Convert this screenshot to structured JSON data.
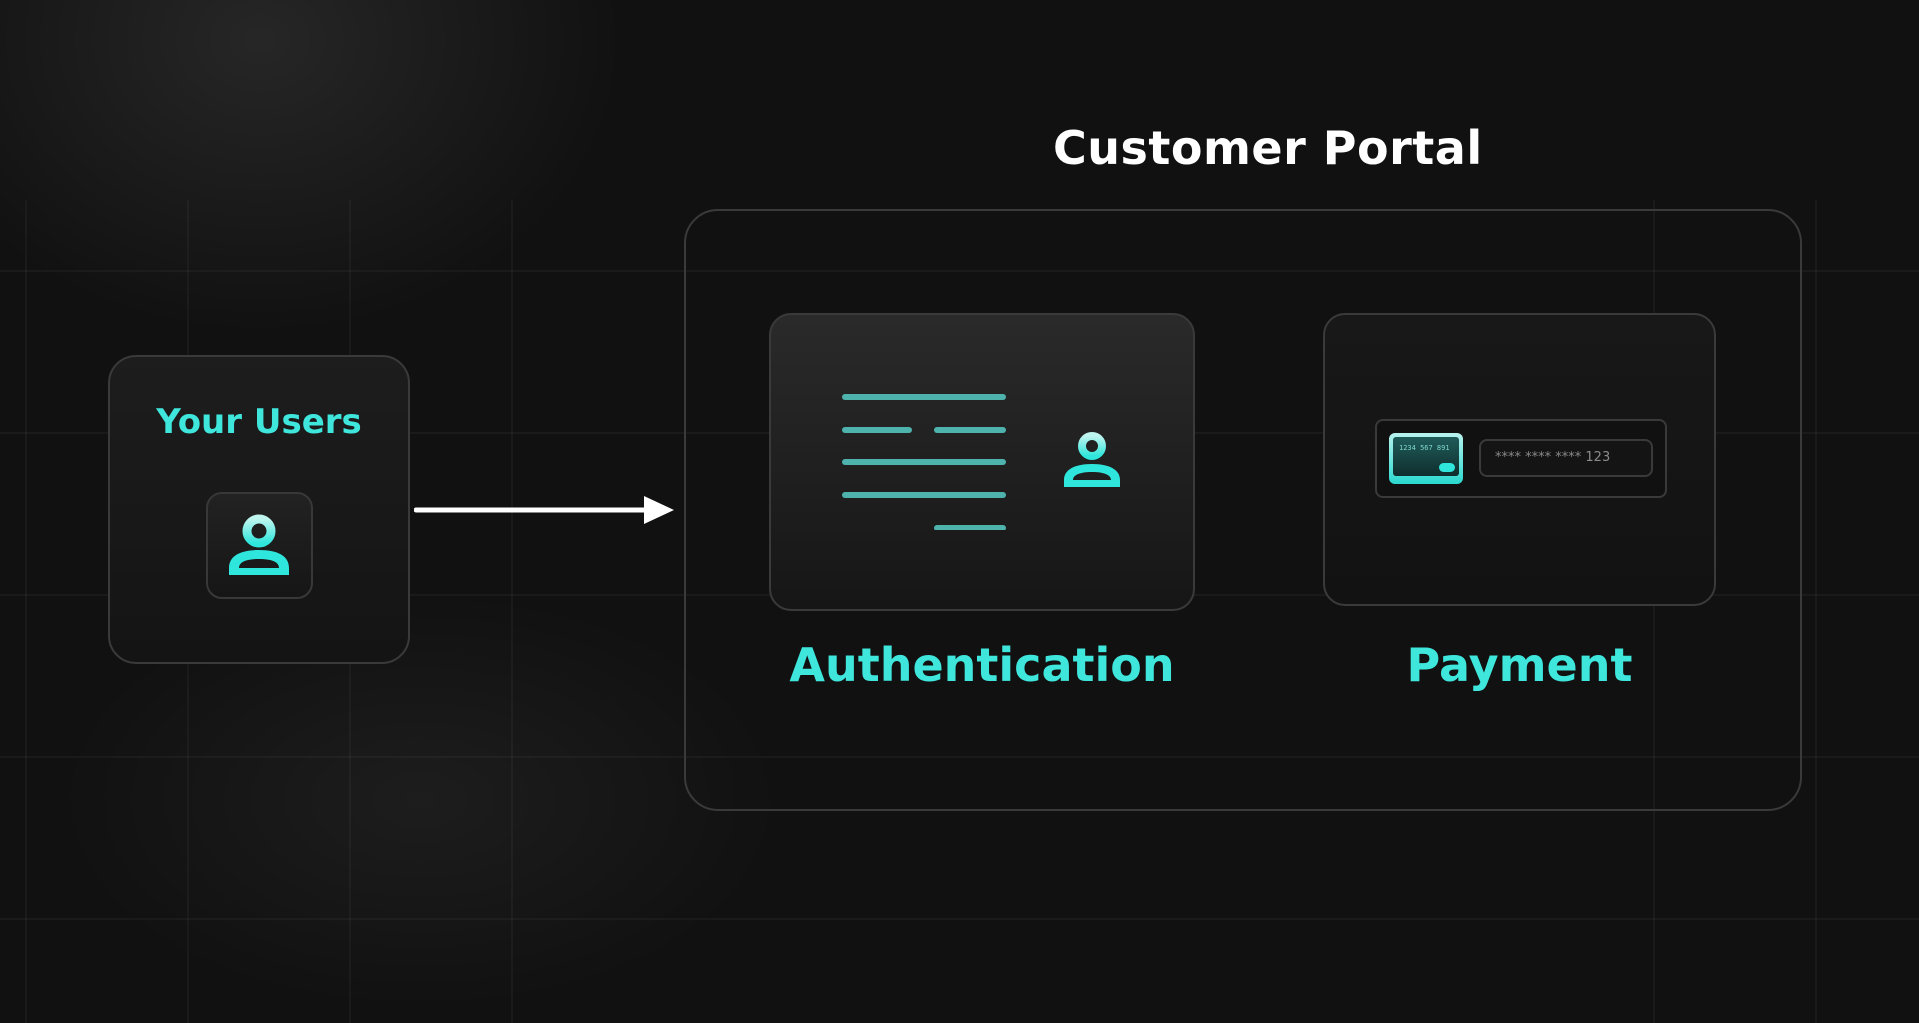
{
  "portal": {
    "title": "Customer Portal"
  },
  "users": {
    "label": "Your Users",
    "icon": "user-icon"
  },
  "authentication": {
    "label": "Authentication",
    "icon": "user-icon"
  },
  "payment": {
    "label": "Payment",
    "card_number_small": "1234 567 891",
    "card_field_value": "**** **** **** 123"
  },
  "colors": {
    "accent": "#3fe6dc",
    "background": "#111111",
    "border": "#3a3a3a"
  }
}
